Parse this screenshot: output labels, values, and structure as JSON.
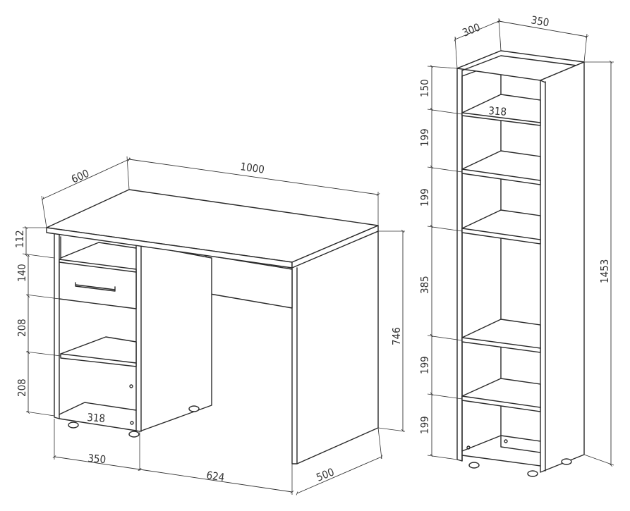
{
  "desk": {
    "dims": {
      "depth_top": "600",
      "width_top": "1000",
      "drawer_zone_top": "112",
      "drawer_height": "140",
      "shelf_gap_upper": "208",
      "shelf_gap_lower": "208",
      "height": "746",
      "inner_depth": "318",
      "pedestal_width": "350",
      "knee_width": "624",
      "side_depth": "500"
    }
  },
  "shelf_unit": {
    "dims": {
      "depth": "300",
      "width": "350",
      "inner_depth": "318",
      "height": "1453",
      "gaps": [
        "150",
        "199",
        "199",
        "385",
        "199",
        "199"
      ]
    }
  }
}
